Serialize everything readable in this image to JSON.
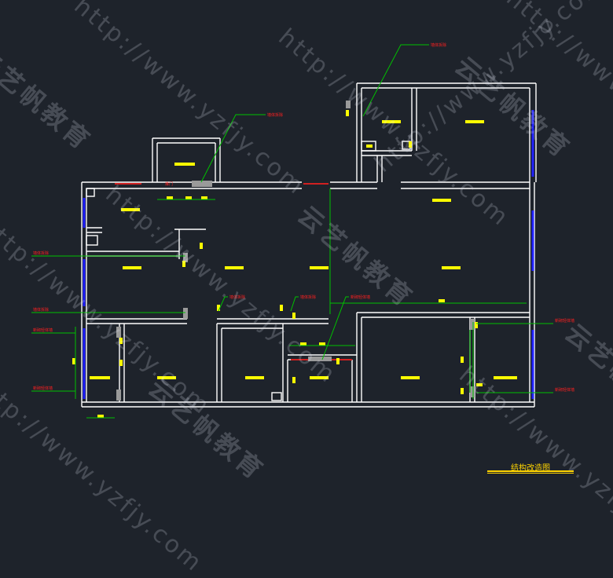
{
  "drawing_title": "结构改造图",
  "colors": {
    "background": "#1e232b",
    "wall": "#ffffff",
    "dimension": "#00c000",
    "annotation_text": "#ff2020",
    "fixture": "#ffff00",
    "window": "#2020ff",
    "demolished": "#d02020",
    "hatch": "#9a9a9a"
  },
  "annotation_labels": {
    "a1": "墙体拆除",
    "a2": "墙体拆除",
    "a3": "墙体拆除",
    "a4": "墙体拆除",
    "a5": "墙体拆除",
    "a6": "新砌轻体墙",
    "a7": "新砌轻体墙",
    "a8": "新砌轻体墙",
    "a9": "新砌轻体墙",
    "a10": "新砌轻体墙",
    "door_label": "推门"
  },
  "watermarks": {
    "url": "http://www.yzfjy.com",
    "brand": "云艺帆教育"
  }
}
